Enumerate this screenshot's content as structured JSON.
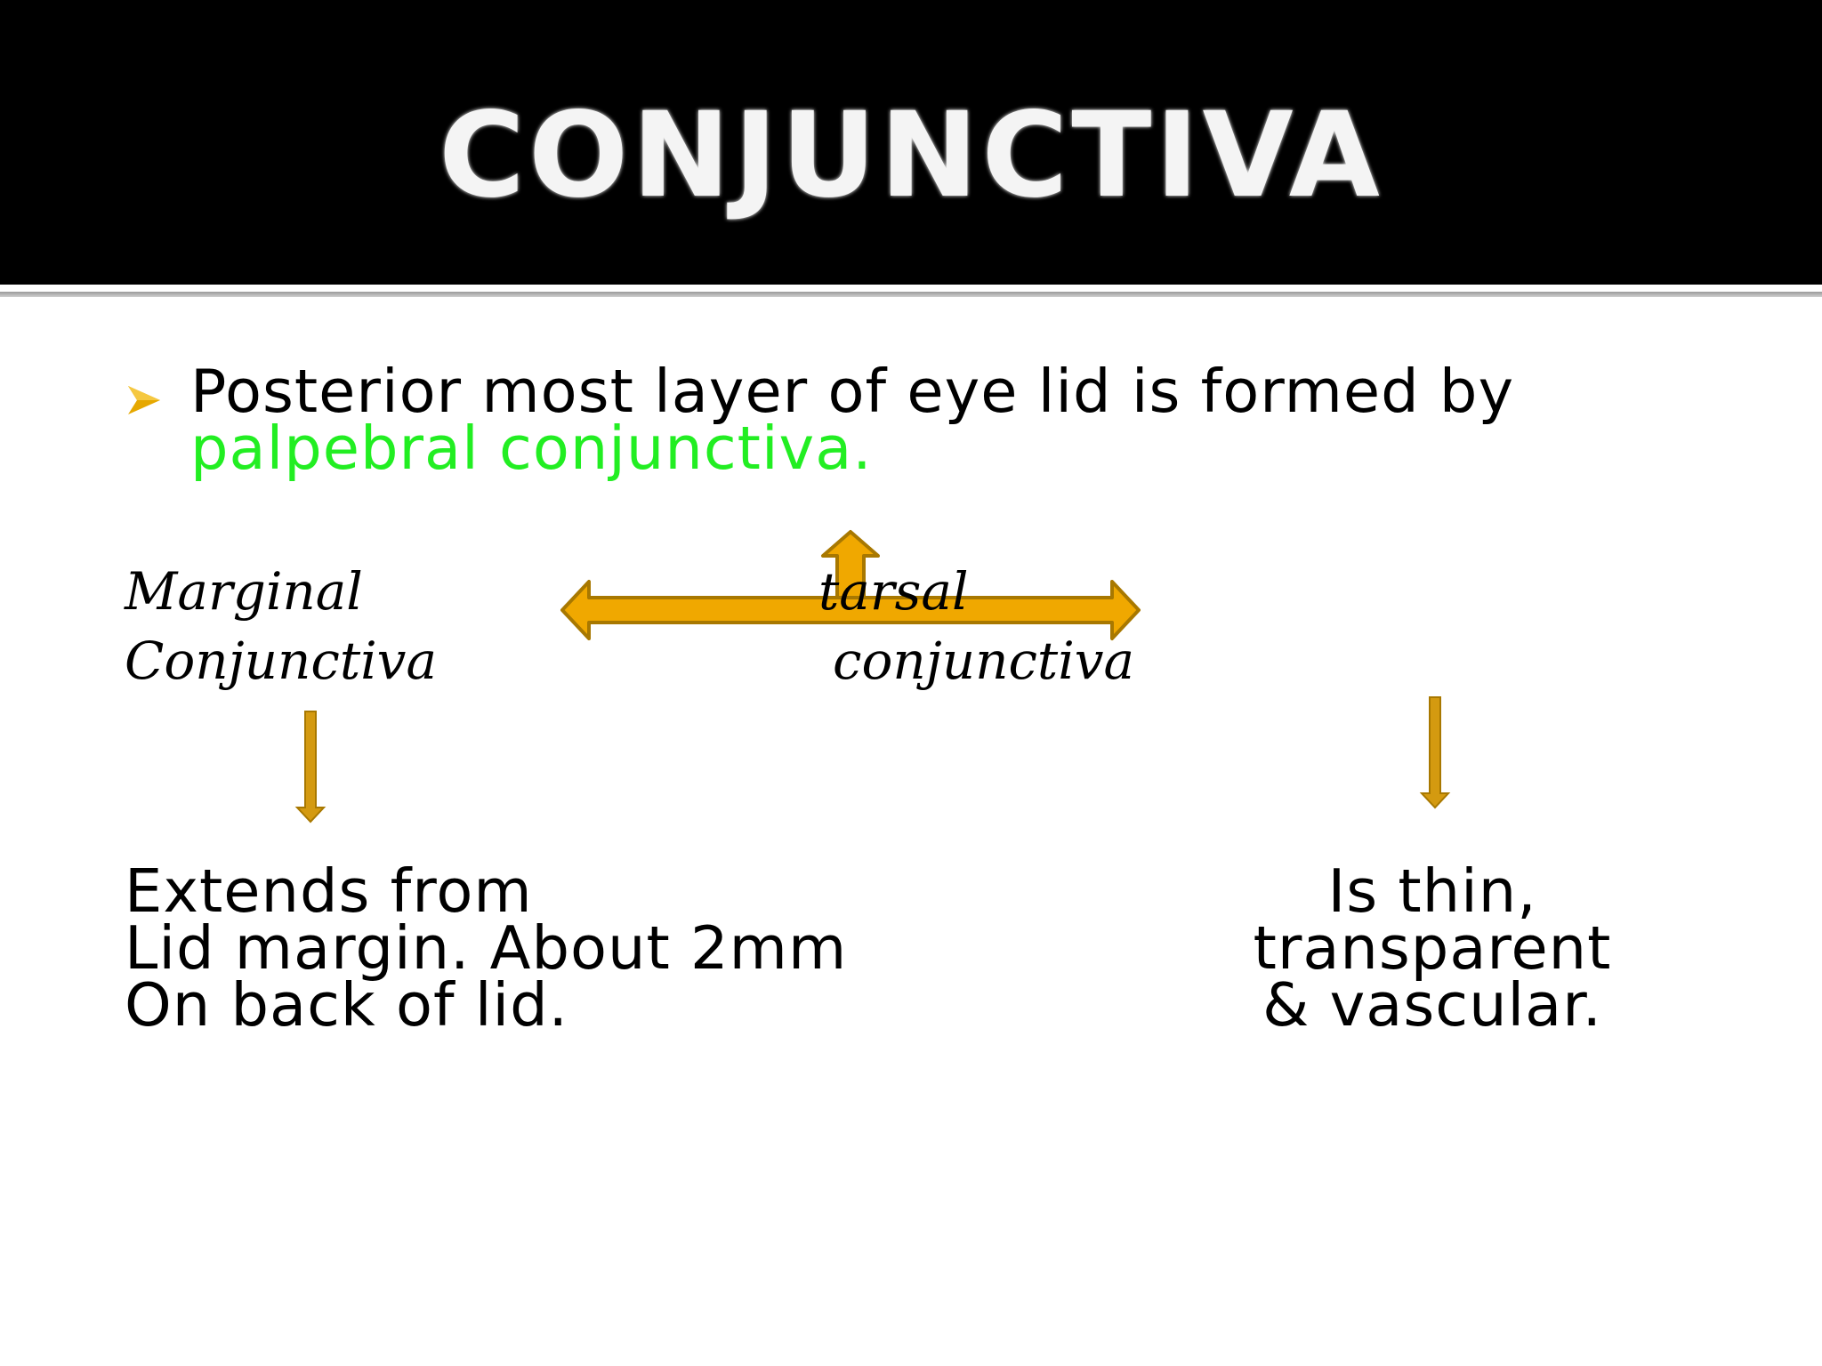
{
  "slide": {
    "title": "CONJUNCTIVA",
    "intro": {
      "text": "Posterior most layer of eye lid is formed by",
      "highlight": "palpebral conjunctiva.",
      "highlight_color": "#22ee22"
    },
    "marginal_label": [
      "Marginal",
      "Conjunctiva"
    ],
    "tarsal_label": [
      "tarsal",
      "conjunctiva"
    ],
    "marginal_description": [
      "Extends from",
      "Lid margin. About 2mm",
      "On back of lid."
    ],
    "tarsal_description": [
      "Is thin,",
      "transparent",
      "& vascular."
    ],
    "colors": {
      "title_bar": "#000000",
      "arrow_fill": "#f0a800",
      "arrow_stroke": "#a87800",
      "bullet": "#e6a800"
    },
    "icons": {
      "bullet": "arrowhead-bullet-icon",
      "double_arrow": "double-headed-arrow-icon",
      "up_arrow": "up-arrow-icon",
      "down_arrow": "down-arrow-icon"
    }
  }
}
